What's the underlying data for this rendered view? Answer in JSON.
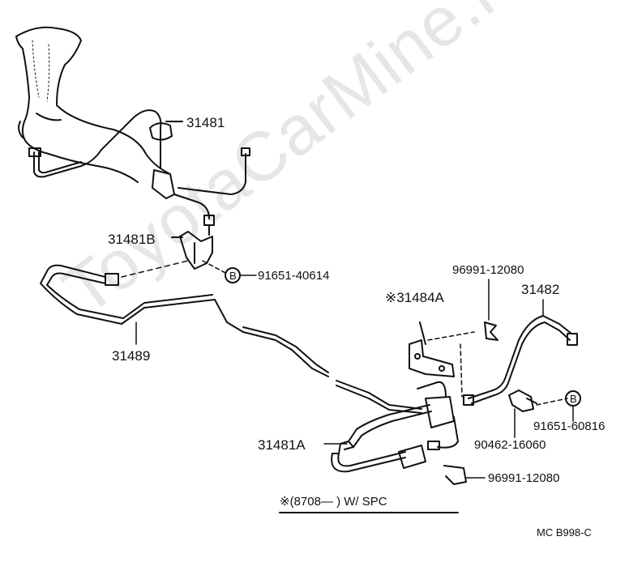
{
  "watermark": "ToyotaCarMine.ru",
  "labels": {
    "p31481": "31481",
    "p31481B": "31481B",
    "p91651_40614": "91651-40614",
    "b_mark_1": "B",
    "p96991_12080_top": "96991-12080",
    "p31484A": "※31484A",
    "p31482": "31482",
    "p31489": "31489",
    "b_mark_2": "B",
    "p91651_60816": "91651-60816",
    "p90462_16060": "90462-16060",
    "p31481A": "31481A",
    "p96991_12080_bottom": "96991-12080",
    "note": "※(8708—        ) W/ SPC",
    "figure_code": "MC  B998-C"
  }
}
